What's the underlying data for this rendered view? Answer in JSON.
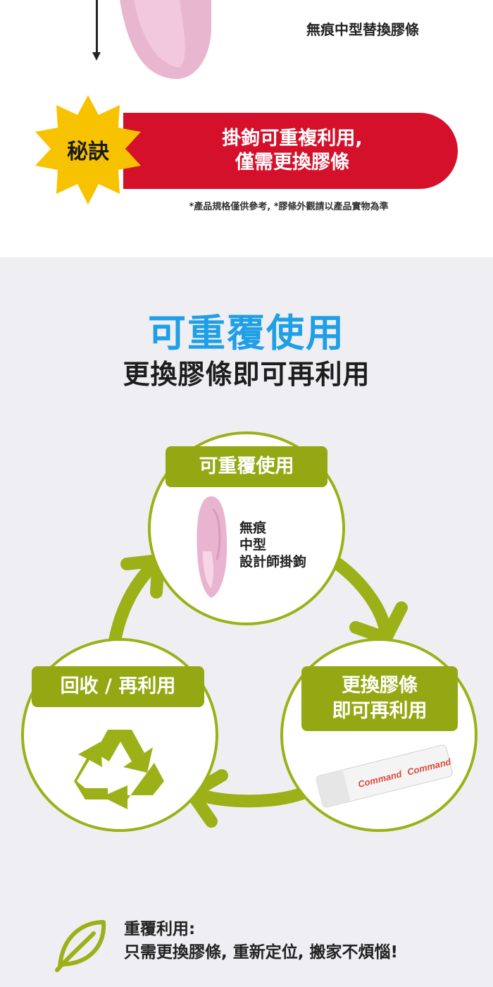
{
  "top": {
    "strip_label": "無痕中型替換膠條",
    "tip_badge": "秘訣",
    "banner_line1": "掛鉤可重複利用,",
    "banner_line2": "僅需更換膠條",
    "note": "*產品規格僅供參考, *膠條外觀請以產品實物為準"
  },
  "main": {
    "title": "可重覆使用",
    "subtitle": "更換膠條即可再利用"
  },
  "cycle": {
    "top": {
      "label": "可重覆使用",
      "desc": [
        "無痕",
        "中型",
        "設計師掛鉤"
      ]
    },
    "right": {
      "label_line1": "更換膠條",
      "label_line2": "即可再利用",
      "strip_brand": "Command"
    },
    "left": {
      "label": "回收 / 再利用"
    }
  },
  "footer": {
    "heading": "重覆利用:",
    "text": "只需更換膠條, 重新定位, 搬家不煩惱!"
  },
  "colors": {
    "title_blue": "#1f9fe6",
    "banner_red": "#d5102a",
    "badge_yellow": "#f7c300",
    "cycle_green": "#93a812",
    "hook_pink": "#e9b4cf"
  },
  "icons": [
    "down-arrow-icon",
    "hook-icon",
    "recycle-icon",
    "cycle-arrow-icon",
    "leaf-icon"
  ]
}
